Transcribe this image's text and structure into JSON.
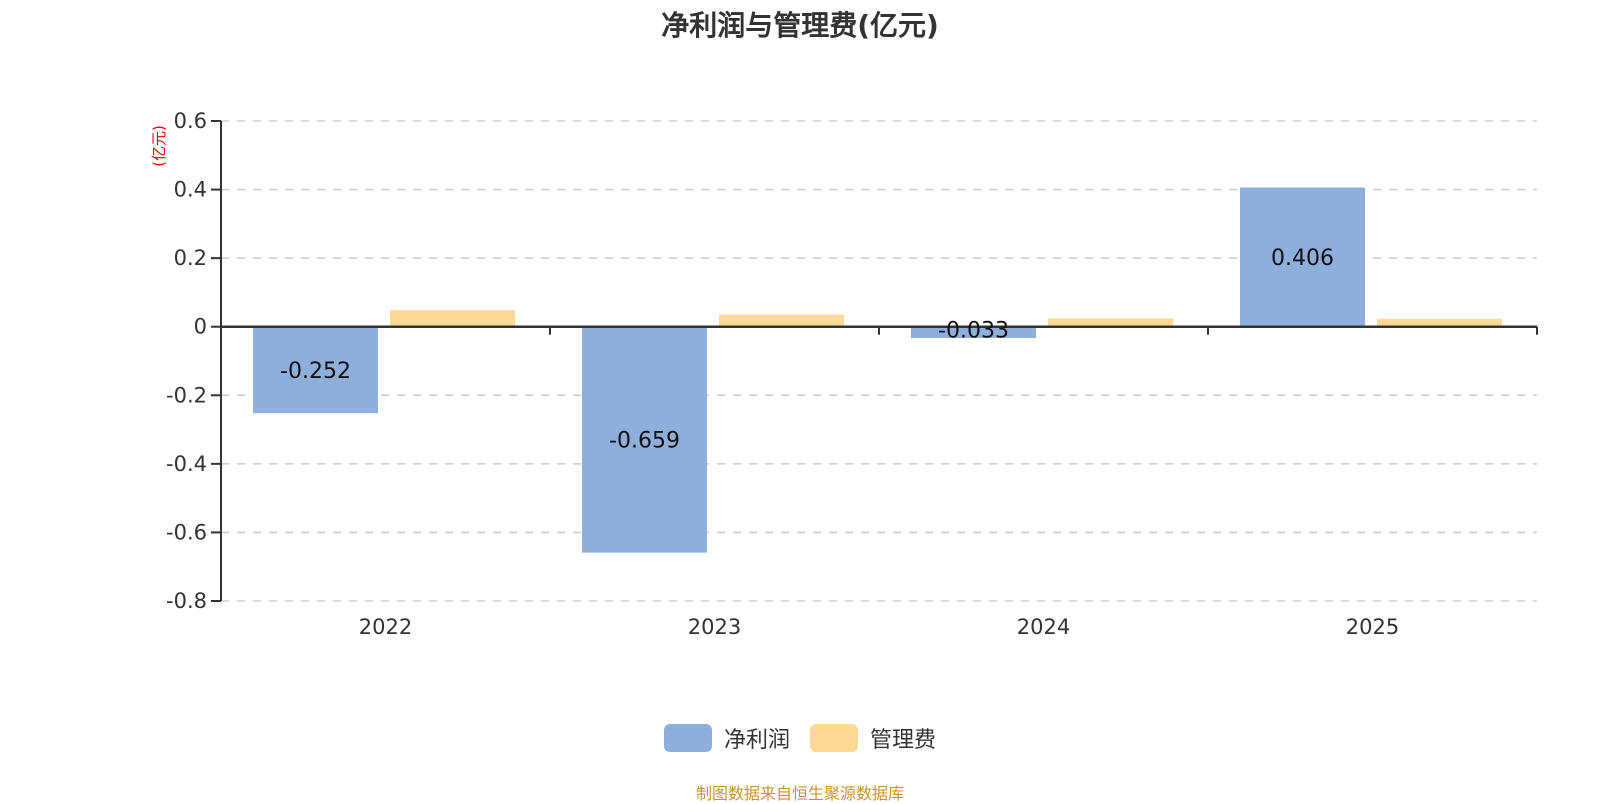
{
  "chart_data": {
    "type": "bar",
    "title": "净利润与管理费(亿元)",
    "unit_label": "(亿元)",
    "xlabel": "",
    "ylabel": "(亿元)",
    "categories": [
      "2022",
      "2023",
      "2024",
      "2025"
    ],
    "series": [
      {
        "name": "净利润",
        "color": "#8eaedb",
        "values": [
          -0.252,
          -0.659,
          -0.033,
          0.406
        ],
        "labels": [
          "-0.252",
          "-0.659",
          "-0.033",
          "0.406"
        ]
      },
      {
        "name": "管理费",
        "color": "#fdd994",
        "values": [
          0.048,
          0.035,
          0.024,
          0.023
        ],
        "labels": []
      }
    ],
    "ylim": [
      -0.8,
      0.6
    ],
    "yticks": [
      0.6,
      0.4,
      0.2,
      0,
      -0.2,
      -0.4,
      -0.6,
      -0.8
    ],
    "ytick_labels": [
      "0.6",
      "0.4",
      "0.2",
      "0",
      "-0.2",
      "-0.4",
      "-0.6",
      "-0.8"
    ],
    "grid": true,
    "legend_position": "bottom-center"
  },
  "footer": {
    "source": "制图数据来自恒生聚源数据库"
  }
}
